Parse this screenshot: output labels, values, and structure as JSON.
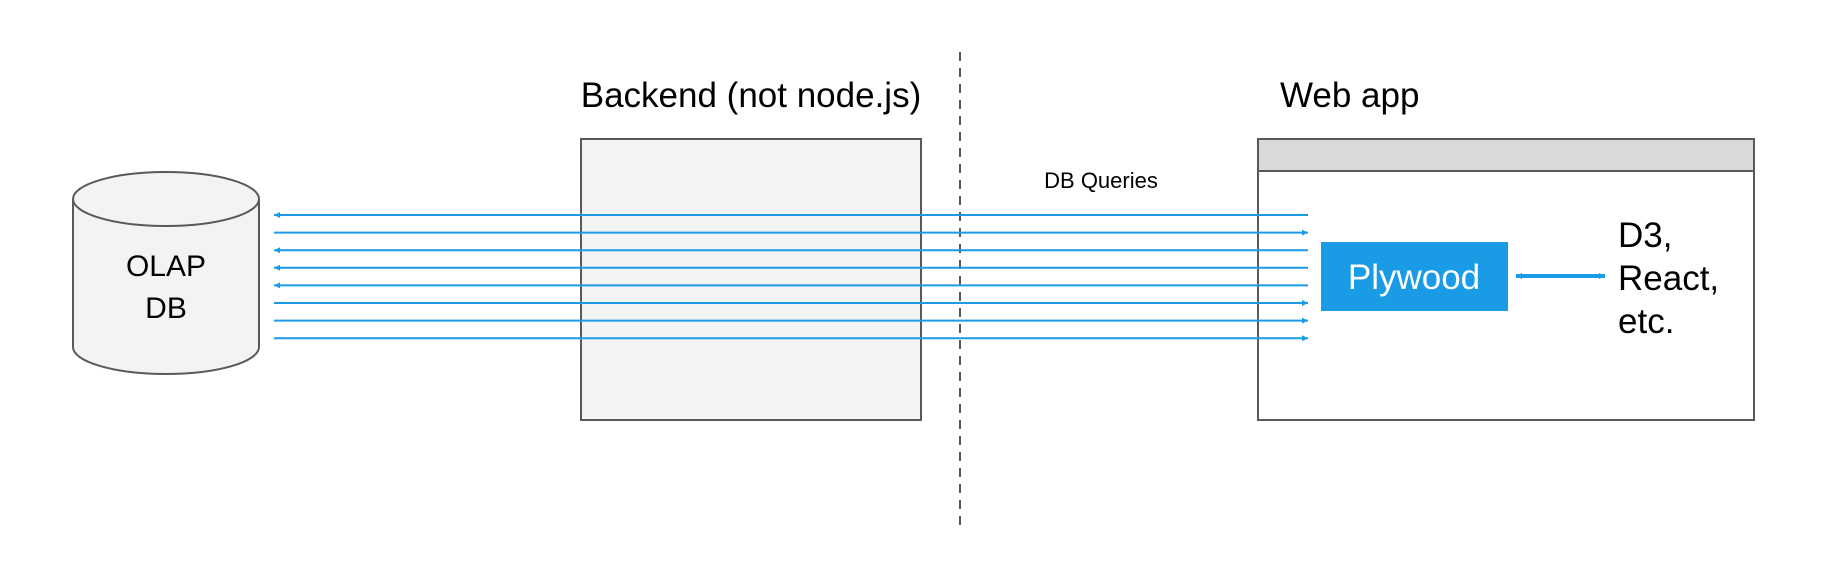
{
  "database": {
    "lines": [
      "OLAP",
      "DB"
    ]
  },
  "backend": {
    "title": "Backend (not node.js)"
  },
  "webapp": {
    "title": "Web app"
  },
  "queries_label": "DB Queries",
  "plywood": {
    "label": "Plywood"
  },
  "libraries": {
    "lines": [
      "D3,",
      "React,",
      "etc."
    ]
  },
  "colors": {
    "accent": "#1a9be6",
    "backend_fill": "#f3f3f3",
    "titlebar_fill": "#d9d9d9",
    "stroke": "#595959"
  },
  "query_arrows": [
    "left",
    "right",
    "left",
    "left",
    "left",
    "right",
    "right",
    "right"
  ]
}
